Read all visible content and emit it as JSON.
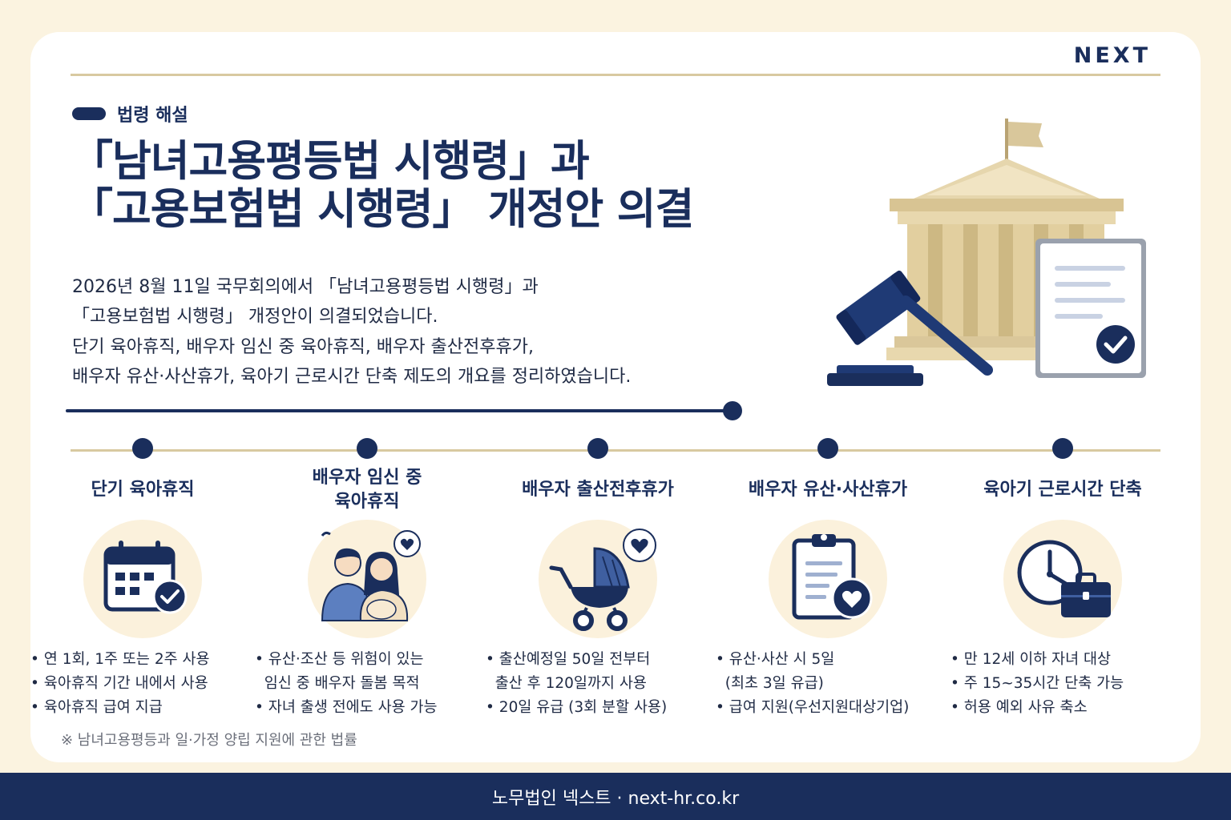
{
  "brand": "NEXT",
  "tag": "법령 해설",
  "title": {
    "line1": "「남녀고용평등법 시행령」과",
    "line2": "「고용보험법 시행령」 개정안 의결"
  },
  "intro": [
    "2026년 8월 11일 국무회의에서 「남녀고용평등법 시행령」과",
    "「고용보험법 시행령」 개정안이 의결되었습니다.",
    "단기 육아휴직, 배우자 임신 중 육아휴직, 배우자 출산전후휴가,",
    "배우자 유산·사산휴가, 육아기 근로시간 단축 제도의 개요를 정리하였습니다."
  ],
  "items": [
    {
      "heading": [
        "단기 육아휴직"
      ],
      "icon": "calendar-check-icon",
      "bullets": [
        "• 연 1회, 1주 또는 2주 사용",
        "• 육아휴직 기간 내에서 사용",
        "• 육아휴직 급여 지급"
      ]
    },
    {
      "heading": [
        "배우자 임신 중",
        "육아휴직"
      ],
      "icon": "couple-heart-icon",
      "bullets": [
        "• 유산·조산 등 위험이 있는",
        "  임신 중 배우자 돌봄 목적",
        "• 자녀 출생 전에도 사용 가능"
      ]
    },
    {
      "heading": [
        "배우자 출산전후휴가"
      ],
      "icon": "stroller-heart-icon",
      "bullets": [
        "• 출산예정일 50일 전부터",
        "  출산 후 120일까지 사용",
        "• 20일 유급 (3회 분할 사용)"
      ]
    },
    {
      "heading": [
        "배우자 유산·사산휴가"
      ],
      "icon": "clipboard-heart-icon",
      "bullets": [
        "• 유산·사산 시 5일",
        "  (최초 3일 유급)",
        "• 급여 지원(우선지원대상기업)"
      ]
    },
    {
      "heading": [
        "육아기 근로시간 단축"
      ],
      "icon": "clock-briefcase-icon",
      "bullets": [
        "• 만 12세 이하 자녀 대상",
        "• 주 15~35시간 단축 가능",
        "• 허용 예외 사유 축소"
      ]
    }
  ],
  "footnote": "※ 남녀고용평등과 일·가정 양립 지원에 관한 법률",
  "footer": "노무법인 넥스트 · next-hr.co.kr",
  "colors": {
    "navy": "#1a2e5c",
    "gold": "#d8c9a0",
    "cream": "#fbf3e0"
  }
}
